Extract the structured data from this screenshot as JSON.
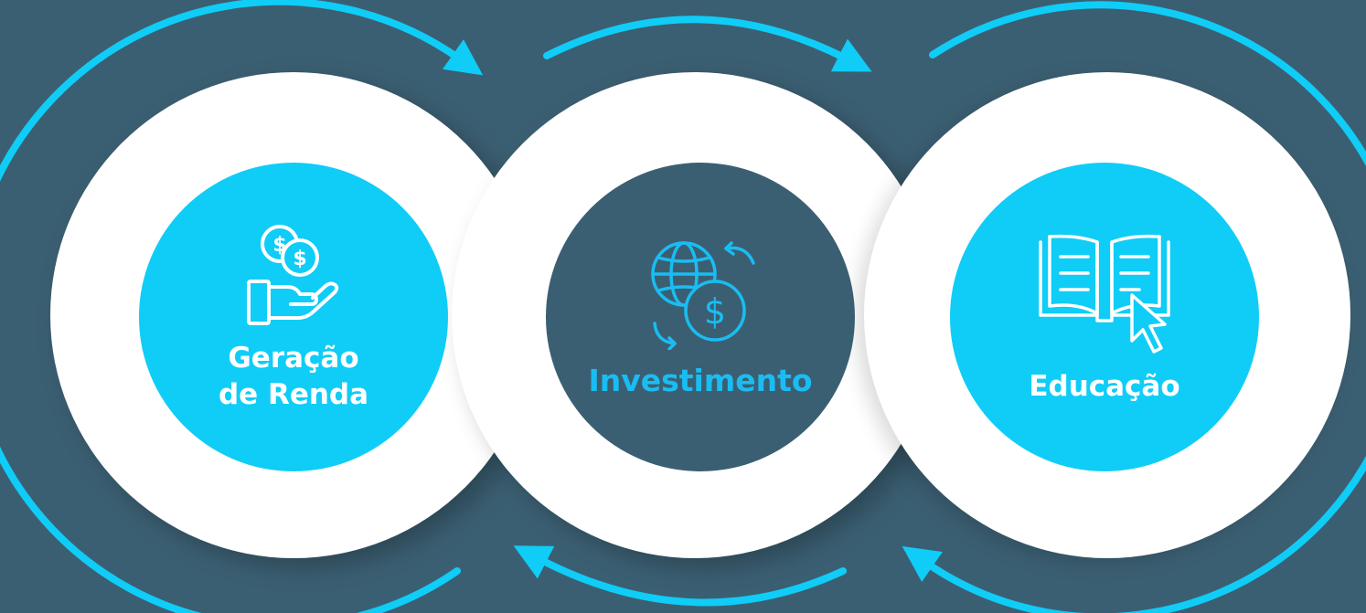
{
  "steps": [
    {
      "label_line1": "Geração",
      "label_line2": "de Renda",
      "icon": "coins-hand-icon"
    },
    {
      "label": "Investimento",
      "icon": "globe-dollar-icon"
    },
    {
      "label": "Educação",
      "icon": "book-cursor-icon"
    }
  ],
  "colors": {
    "background": "#3b5f72",
    "accent": "#0fcdf7",
    "ring": "#ffffff",
    "center_text": "#19bdf3"
  }
}
